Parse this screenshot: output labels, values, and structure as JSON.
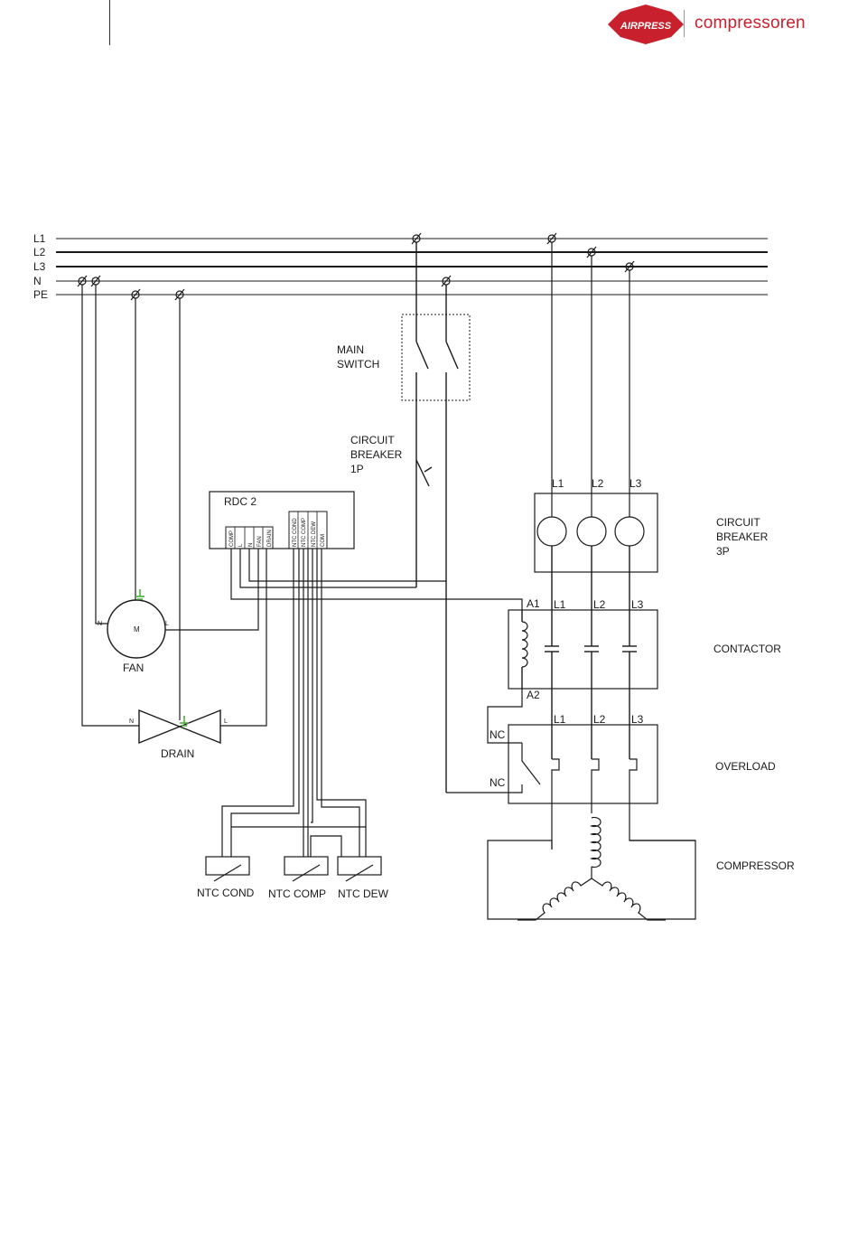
{
  "logo": {
    "badge_text": "AIRPRESS",
    "tagline": "compressoren",
    "accent": "#c8202c"
  },
  "bus_labels": {
    "l1": "L1",
    "l2": "L2",
    "l3": "L3",
    "n": "N",
    "pe": "PE"
  },
  "main_switch": {
    "line1": "MAIN",
    "line2": "SWITCH"
  },
  "breaker_1p": {
    "line1": "CIRCUIT",
    "line2": "BREAKER",
    "line3": "1P"
  },
  "rdc": {
    "title": "RDC 2",
    "terminals_left": [
      "COMP",
      "L",
      "N",
      "FAN",
      "DRAIN"
    ],
    "terminals_right": [
      "NTC COND",
      "NTC COMP",
      "NTC DEW",
      "COM"
    ]
  },
  "fan": {
    "label": "FAN",
    "motor": "M",
    "n": "N",
    "l": "L"
  },
  "drain": {
    "label": "DRAIN",
    "n": "N",
    "l": "L"
  },
  "ntc": {
    "cond": "NTC COND",
    "comp": "NTC COMP",
    "dew": "NTC DEW"
  },
  "breaker_3p": {
    "line1": "CIRCUIT",
    "line2": "BREAKER",
    "line3": "3P",
    "l1": "L1",
    "l2": "L2",
    "l3": "L3"
  },
  "contactor": {
    "label": "CONTACTOR",
    "a1": "A1",
    "a2": "A2",
    "l1": "L1",
    "l2": "L2",
    "l3": "L3"
  },
  "overload": {
    "label": "OVERLOAD",
    "nc_top": "NC",
    "nc_bottom": "NC",
    "l1": "L1",
    "l2": "L2",
    "l3": "L3"
  },
  "compressor": {
    "label": "COMPRESSOR"
  },
  "colors": {
    "wire": "#1a1a1a",
    "ground_mark": "#4caf3a",
    "box": "#333333"
  }
}
